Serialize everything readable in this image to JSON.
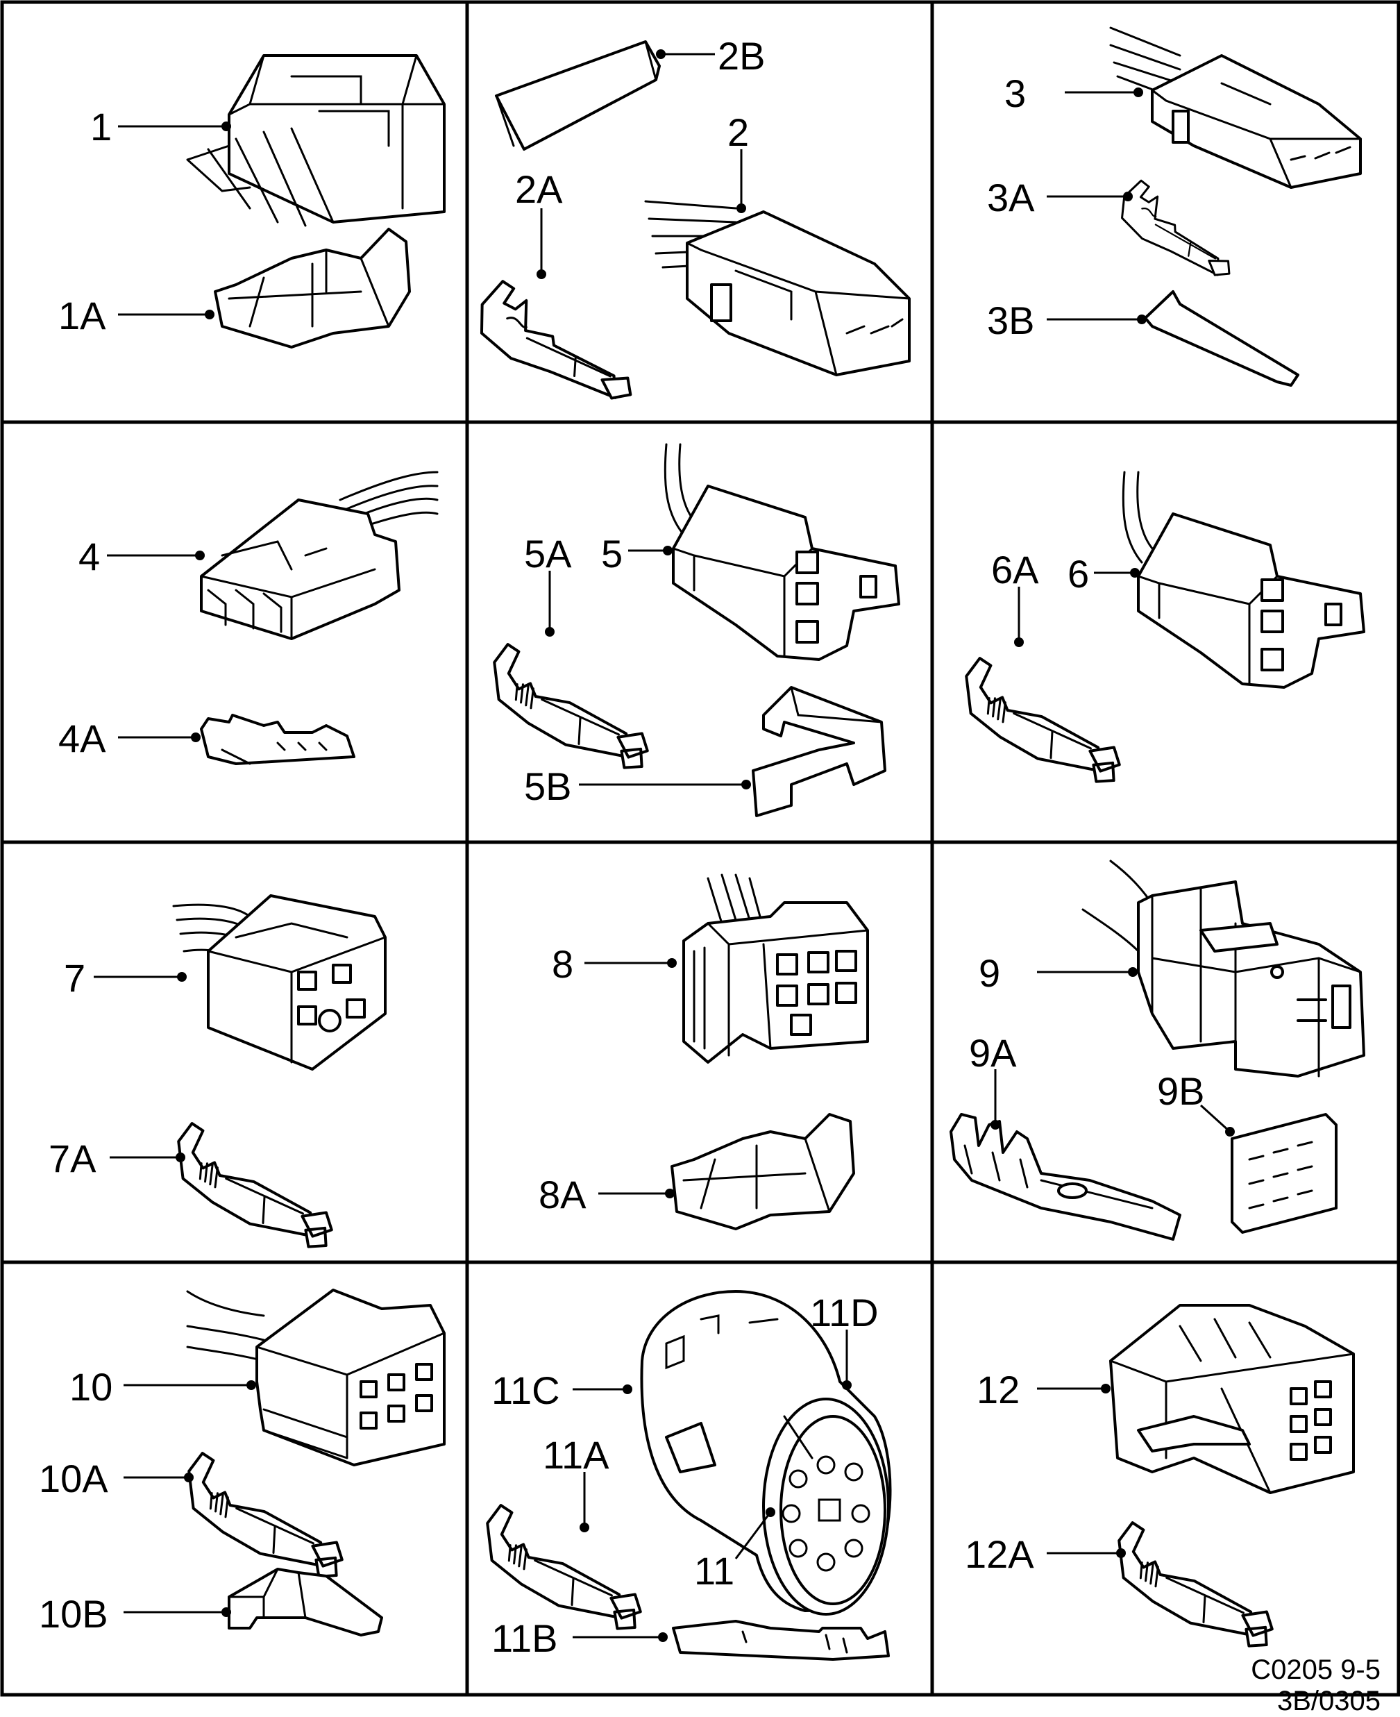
{
  "diagram": {
    "cells": [
      {
        "id": "c1",
        "labels": [
          "1",
          "1A"
        ]
      },
      {
        "id": "c2",
        "labels": [
          "2B",
          "2",
          "2A"
        ]
      },
      {
        "id": "c3",
        "labels": [
          "3",
          "3A",
          "3B"
        ]
      },
      {
        "id": "c4",
        "labels": [
          "4",
          "4A"
        ]
      },
      {
        "id": "c5",
        "labels": [
          "5A",
          "5",
          "5B"
        ]
      },
      {
        "id": "c6",
        "labels": [
          "6A",
          "6"
        ]
      },
      {
        "id": "c7",
        "labels": [
          "7",
          "7A"
        ]
      },
      {
        "id": "c8",
        "labels": [
          "8",
          "8A"
        ]
      },
      {
        "id": "c9",
        "labels": [
          "9",
          "9A",
          "9B"
        ]
      },
      {
        "id": "c10",
        "labels": [
          "10",
          "10A",
          "10B"
        ]
      },
      {
        "id": "c11",
        "labels": [
          "11D",
          "11C",
          "11A",
          "11",
          "11B"
        ]
      },
      {
        "id": "c12",
        "labels": [
          "12",
          "12A"
        ]
      }
    ],
    "figure_code": "C0205 9-5",
    "sheet_ref": "3B/0305"
  }
}
